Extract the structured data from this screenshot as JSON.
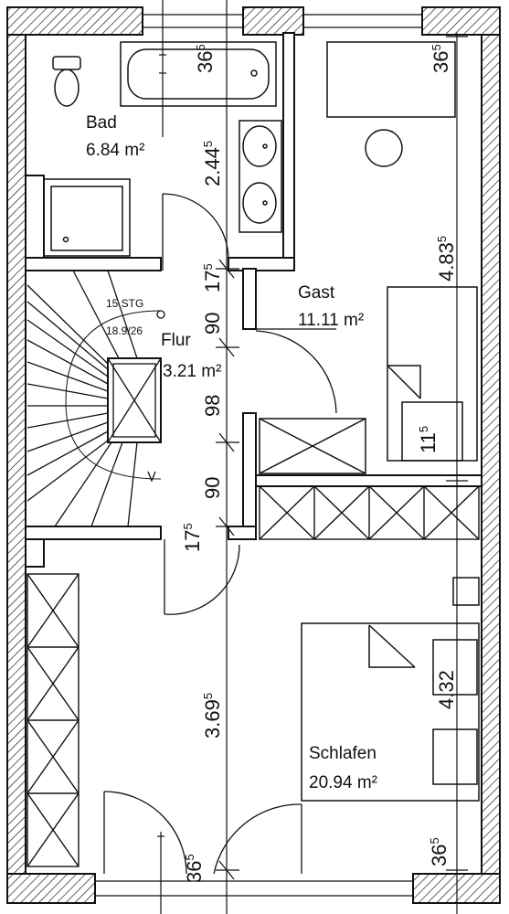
{
  "rooms": {
    "bad": {
      "name": "Bad",
      "area": "6.84 m²"
    },
    "gast": {
      "name": "Gast",
      "area": "11.11 m²"
    },
    "flur": {
      "name": "Flur",
      "area": "3.21 m²"
    },
    "schlafen": {
      "name": "Schlafen",
      "area": "20.94 m²"
    }
  },
  "stair": {
    "steps": "15 STG",
    "ratio": "18.9/26"
  },
  "dimensions": {
    "top_left": {
      "main": "36",
      "sup": "5"
    },
    "top_right": {
      "main": "36",
      "sup": "5"
    },
    "bath_height": {
      "main": "2.44",
      "sup": "5"
    },
    "gast_height": {
      "main": "4.83",
      "sup": "5"
    },
    "hall_175_top": {
      "main": "17",
      "sup": "5"
    },
    "hall_90_top": {
      "main": "90"
    },
    "hall_98": {
      "main": "98"
    },
    "hall_90_bot": {
      "main": "90"
    },
    "hall_175_bot": {
      "main": "17",
      "sup": "5"
    },
    "closet_115": {
      "main": "11",
      "sup": "5"
    },
    "sleep_369": {
      "main": "3.69",
      "sup": "5"
    },
    "sleep_432": {
      "main": "4.32"
    },
    "bottom_left": {
      "main": "36",
      "sup": "5"
    },
    "bottom_right": {
      "main": "36",
      "sup": "5"
    }
  },
  "colors": {
    "line": "#111111",
    "background": "#ffffff"
  }
}
